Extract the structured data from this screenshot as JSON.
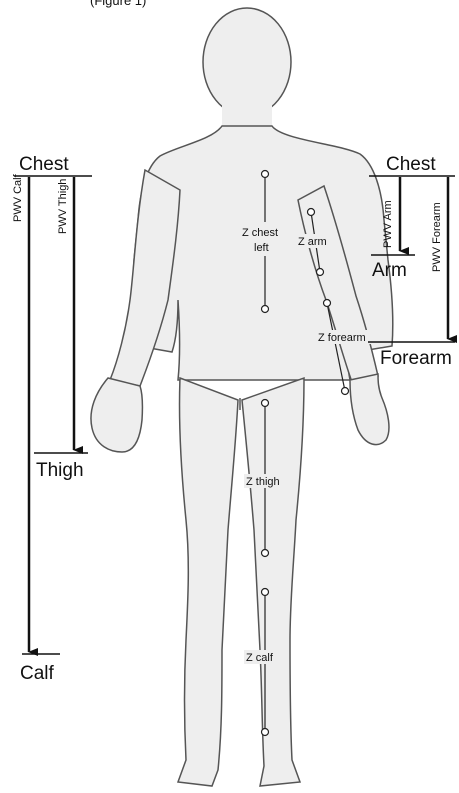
{
  "header": {
    "partial_text": "(Figure 1)"
  },
  "left_panel": {
    "top_label": "Chest",
    "pwv_calf": "PWV Calf",
    "pwv_thigh": "PWV Thigh",
    "thigh_label": "Thigh",
    "calf_label": "Calf"
  },
  "right_panel": {
    "top_label": "Chest",
    "pwv_arm": "PWV Arm",
    "pwv_forearm": "PWV Forearm",
    "arm_label": "Arm",
    "forearm_label": "Forearm"
  },
  "body_labels": {
    "z_chest_line1": "Z chest",
    "z_chest_line2": "left",
    "z_arm": "Z arm",
    "z_forearm": "Z forearm",
    "z_thigh": "Z thigh",
    "z_calf": "Z calf"
  },
  "colors": {
    "body_fill": "#eeeeee",
    "body_stroke": "#555555",
    "line": "#111111"
  }
}
